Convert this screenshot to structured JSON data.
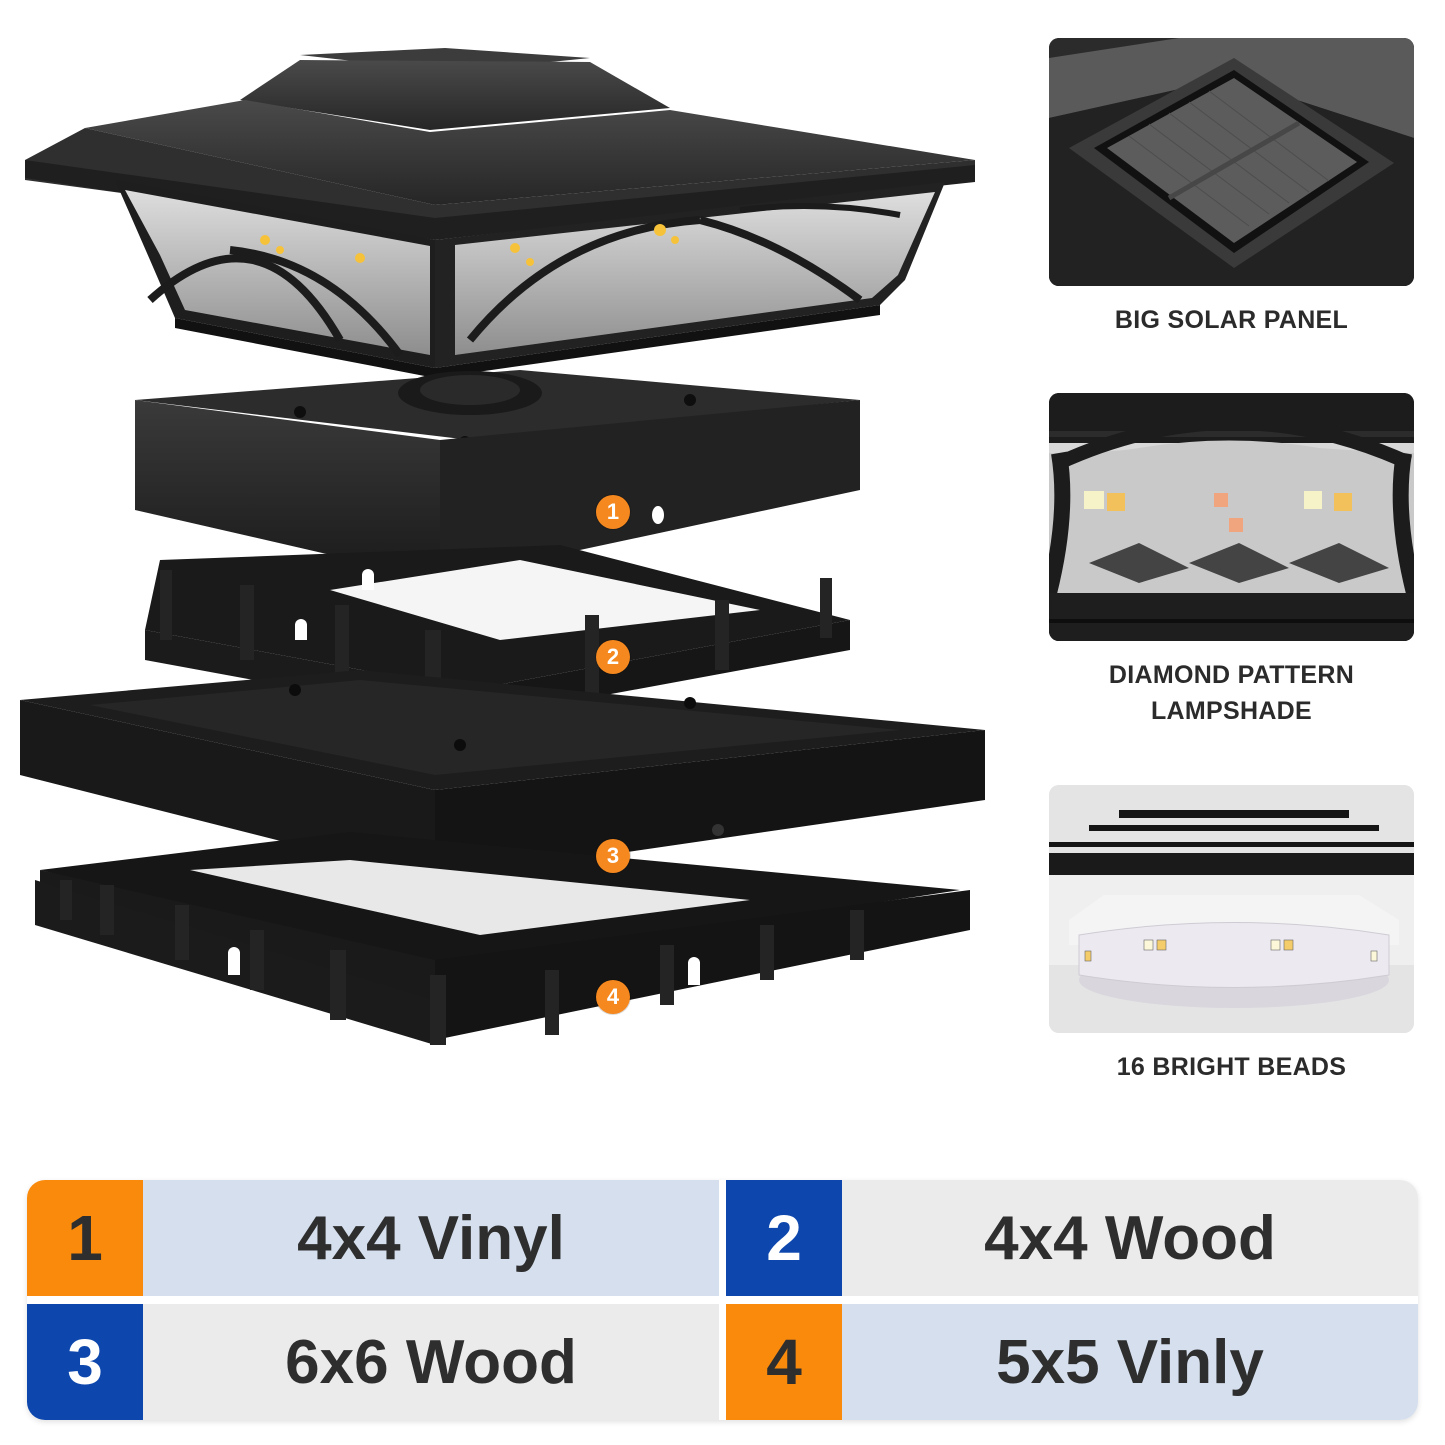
{
  "product": {
    "parts": [
      {
        "marker": "1",
        "name": "top-adapter-plate"
      },
      {
        "marker": "2",
        "name": "small-adapter-frame"
      },
      {
        "marker": "3",
        "name": "large-base-plate"
      },
      {
        "marker": "4",
        "name": "large-adapter-frame"
      }
    ]
  },
  "features": [
    {
      "caption_lines": [
        "BIG SOLAR PANEL"
      ],
      "icon": "solar-panel-photo"
    },
    {
      "caption_lines": [
        "DIAMOND PATTERN",
        "LAMPSHADE"
      ],
      "icon": "lampshade-photo"
    },
    {
      "caption_lines": [
        "16 BRIGHT BEADS"
      ],
      "icon": "led-beads-photo"
    }
  ],
  "sizes": [
    {
      "number": "1",
      "label": "4x4 Vinyl",
      "badge_color": "#f98a0c",
      "number_color": "#2e2e2e",
      "row_bg": "#d5dfed"
    },
    {
      "number": "2",
      "label": "4x4 Wood",
      "badge_color": "#0d47ad",
      "number_color": "#ffffff",
      "row_bg": "#ebebeb"
    },
    {
      "number": "3",
      "label": "6x6 Wood",
      "badge_color": "#0d47ad",
      "number_color": "#ffffff",
      "row_bg": "#ebebeb"
    },
    {
      "number": "4",
      "label": "5x5 Vinly",
      "badge_color": "#f98a0c",
      "number_color": "#2e2e2e",
      "row_bg": "#d5dfed"
    }
  ],
  "colors": {
    "marker_orange": "#f5881f",
    "badge_orange": "#f98a0c",
    "badge_blue": "#0d47ad",
    "product_black": "#1d1d1d",
    "text_dark": "#2b2b2b"
  }
}
